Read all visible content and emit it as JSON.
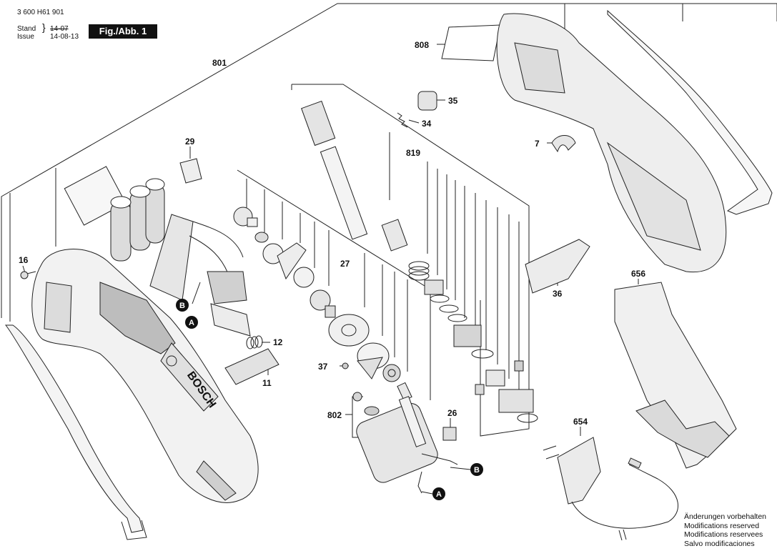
{
  "header": {
    "doc_number": "3 600 H61 901",
    "stand_label": "Stand",
    "issue_label": "Issue",
    "stand_value": "14-07",
    "issue_value": "14-08-13",
    "figure_label": "Fig./Abb. 1"
  },
  "parts": {
    "p801": "801",
    "p808": "808",
    "p35": "35",
    "p34": "34",
    "p819": "819",
    "p7": "7",
    "p29": "29",
    "p27": "27",
    "p16": "16",
    "p12": "12",
    "p11": "11",
    "p37": "37",
    "p802": "802",
    "p26": "26",
    "p654": "654",
    "p656": "656",
    "p36": "36"
  },
  "markers": {
    "a": "A",
    "b": "B"
  },
  "housing_brand": "BOSCH",
  "notes": [
    "Änderungen vorbehalten",
    "Modifications reserved",
    "Modifications reservees",
    "Salvo modificaciones"
  ]
}
